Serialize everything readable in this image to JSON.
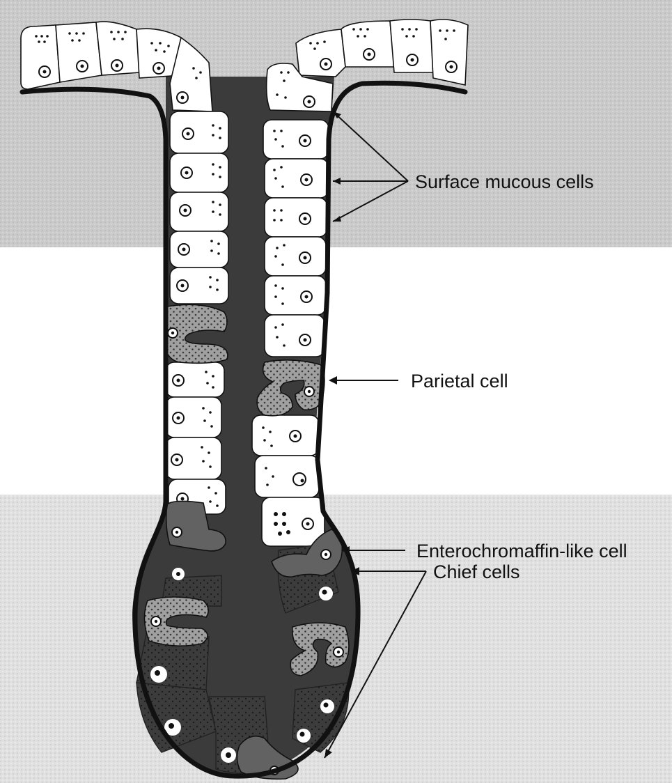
{
  "labels": {
    "surface": "Surface mucous cells",
    "parietal": "Parietal cell",
    "ecl": "Enterochromaffin-like cell",
    "chief": "Chief cells"
  },
  "colors": {
    "background_top": "#c9c9c9",
    "background_bottom": "#dedede",
    "mucous_cell": "#ffffff",
    "parietal_cell": "#9a9a9a",
    "ecl_cell": "#6a6a6a",
    "chief_cell": "#3b3b3b",
    "basement_membrane": "#111111"
  }
}
